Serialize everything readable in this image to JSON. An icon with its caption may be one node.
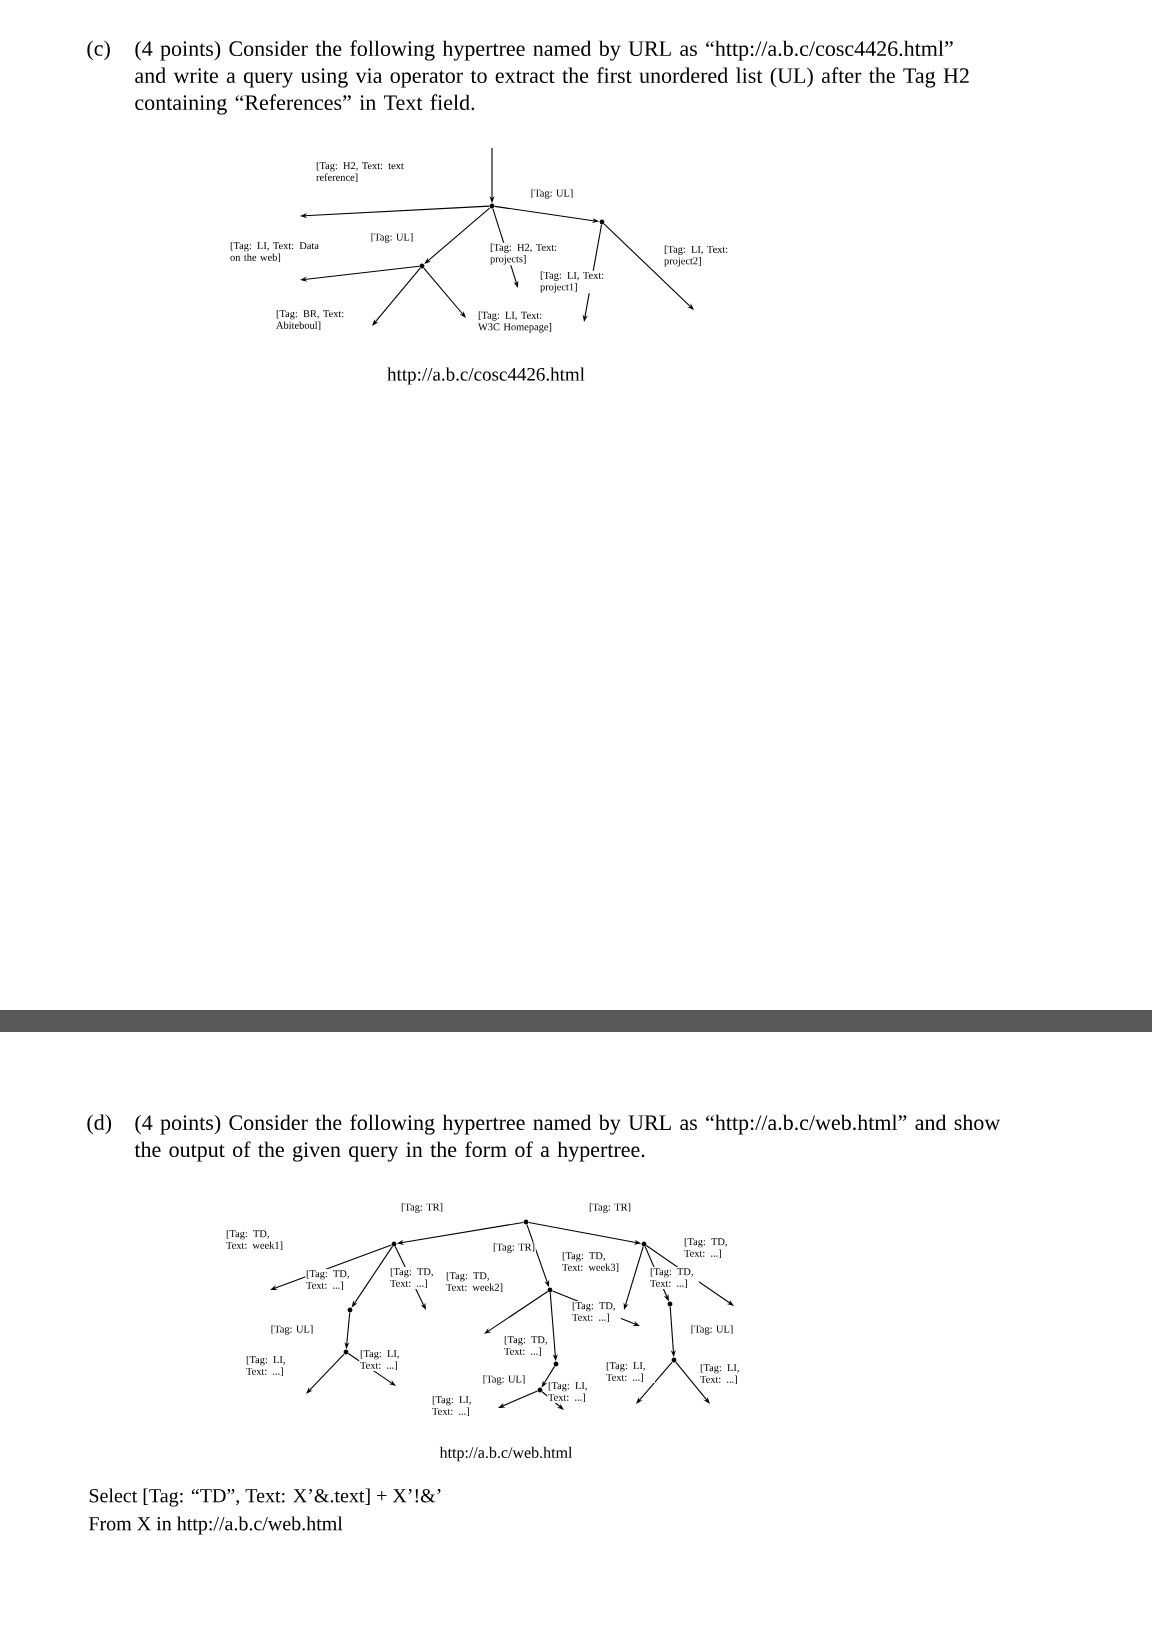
{
  "diagram": {
    "nodes": [
      {
        "text": [],
        "shape": "circle"
      },
      {
        "text": [],
        "shape": "circle"
      },
      {
        "text": [],
        "shape": "circle"
      },
      {
        "text": [],
        "shape": "circle"
      },
      {
        "text": [],
        "shape": "circle"
      },
      {
        "text": [],
        "shape": "circle"
      },
      {
        "text": [],
        "shape": "circle"
      },
      {
        "text": [],
        "shape": "circle"
      },
      {
        "text": [],
        "shape": "circle"
      },
      {
        "text": [],
        "shape": "circle"
      },
      {
        "text": [],
        "shape": "circle"
      },
      {
        "text": [],
        "shape": "circle"
      },
      {
        "text": [],
        "shape": "circle"
      }
    ],
    "edges": [
      {
        "from": null,
        "to": 0,
        "arrow": "to"
      },
      {
        "from": 0,
        "to": null,
        "arrow": "to",
        "label": "[Tag: H2, Text: text reference]"
      },
      {
        "from": 0,
        "to": 1,
        "arrow": "to",
        "label": "[Tag: UL]"
      },
      {
        "from": 0,
        "to": 2,
        "arrow": "to",
        "label": "[Tag: UL]"
      },
      {
        "from": 0,
        "to": null,
        "arrow": "to",
        "label": "[Tag: H2, Text: projects]"
      },
      {
        "from": 2,
        "to": null,
        "arrow": "to",
        "label": "[Tag: LI, Text: Data on the web]"
      },
      {
        "from": 2,
        "to": null,
        "arrow": "to",
        "label": "[Tag: BR, Text: Abiteboul]"
      },
      {
        "from": 2,
        "to": null,
        "arrow": "to",
        "label": "[Tag: LI, Text: W3C Homepage]"
      },
      {
        "from": 1,
        "to": null,
        "arrow": "to",
        "label": "[Tag: LI, Text: project1]"
      },
      {
        "from": 1,
        "to": null,
        "arrow": "to",
        "label": "[Tag: LI, Text: project2]"
      },
      {
        "from": 3,
        "to": 4,
        "arrow": "to",
        "label": "[Tag: TR]"
      },
      {
        "from": 3,
        "to": 6,
        "arrow": "to",
        "label": "[Tag: TR]"
      },
      {
        "from": 3,
        "to": 5,
        "arrow": "to",
        "label": "[Tag: TR]"
      },
      {
        "from": 4,
        "to": null,
        "arrow": "to",
        "label": "[Tag: TD, Text: week1]"
      },
      {
        "from": 4,
        "to": 7,
        "arrow": "to",
        "label": "[Tag: TD, Text: ...]"
      },
      {
        "from": 4,
        "to": null,
        "arrow": "to",
        "label": "[Tag: TD, Text: ...]"
      },
      {
        "from": 7,
        "to": 8,
        "arrow": "to",
        "label": "[Tag: UL]"
      },
      {
        "from": 8,
        "to": null,
        "arrow": "to",
        "label": "[Tag: LI, Text: ...]"
      },
      {
        "from": 8,
        "to": null,
        "arrow": "to",
        "label": "[Tag: LI, Text: ...]"
      },
      {
        "from": 5,
        "to": null,
        "arrow": "to",
        "label": "[Tag: TD, Text: week2]"
      },
      {
        "from": 5,
        "to": null,
        "arrow": "to",
        "label": "[Tag: TD, Text: ...]"
      },
      {
        "from": 5,
        "to": 9,
        "arrow": "to",
        "label": "[Tag: TD, Text: ...]"
      },
      {
        "from": 9,
        "to": 10,
        "arrow": "to",
        "label": "[Tag: UL]"
      },
      {
        "from": 10,
        "to": null,
        "arrow": "to",
        "label": "[Tag: LI, Text: ...]"
      },
      {
        "from": 10,
        "to": null,
        "arrow": "to",
        "label": "[Tag: LI, Text: ...]"
      },
      {
        "from": 6,
        "to": null,
        "arrow": "to",
        "label": "[Tag: TD, Text: week3]"
      },
      {
        "from": 6,
        "to": null,
        "arrow": "to",
        "label": "[Tag: TD, Text: ...]"
      },
      {
        "from": 6,
        "to": 11,
        "arrow": "to",
        "label": "[Tag: TD, Text: ...]"
      },
      {
        "from": 11,
        "to": 12,
        "arrow": "to",
        "label": "[Tag: UL]"
      },
      {
        "from": 12,
        "to": null,
        "arrow": "to",
        "label": "[Tag: LI, Text: ...]"
      },
      {
        "from": 12,
        "to": null,
        "arrow": "to",
        "label": "[Tag: LI, Text: ...]"
      }
    ],
    "labels": [
      "(c)",
      "(4 points) Consider the following hypertree named by URL as “http://a.b.c/cosc4426.html” and write a query using via operator to extract the first unordered list (UL) after the Tag H2 containing “References” in Text field.",
      "http://a.b.c/cosc4426.html",
      "(d)",
      "(4 points) Consider the following hypertree named by URL as “http://a.b.c/web.html” and show the output of the given query in the form of a hypertree.",
      "http://a.b.c/web.html",
      "Select [Tag: “TD”, Text: X’&.text] + X’!&’",
      "From X in http://a.b.c/web.html"
    ]
  }
}
